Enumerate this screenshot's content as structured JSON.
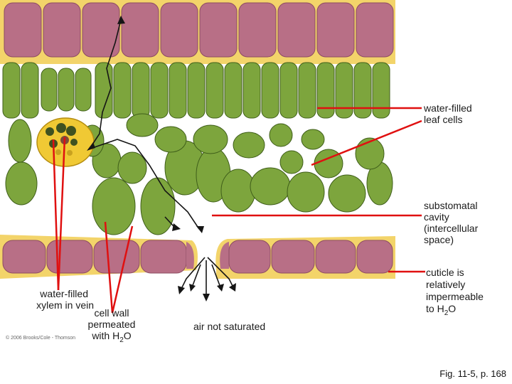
{
  "labels": {
    "leaf_cells_1": "water-filled",
    "leaf_cells_2": "leaf cells",
    "cavity_1": "substomatal",
    "cavity_2": "cavity",
    "cavity_3": "(intercellular",
    "cavity_4": "space)",
    "cuticle_1": "cuticle is",
    "cuticle_2": "relatively",
    "cuticle_3": "impermeable",
    "cuticle_4a": "to H",
    "cuticle_4sub": "2",
    "cuticle_4b": "O",
    "xylem_1": "water-filled",
    "xylem_2": "xylem in vein",
    "wall_1": "cell wall",
    "wall_2": "permeated",
    "wall_3a": "with H",
    "wall_3sub": "2",
    "wall_3b": "O",
    "air": "air not saturated",
    "copyright": "© 2006 Brooks/Cole - Thomson",
    "figure_ref": "Fig. 11-5, p. 168"
  },
  "colors": {
    "epidermis": "#b86f86",
    "cuticle": "#f3d46a",
    "mesophyll": "#7da53d",
    "cell_outline": "#3f5e1a",
    "pointer": "#e01010",
    "xylem_ring": "#f0c934",
    "xylem_dark": "#3f5220"
  }
}
